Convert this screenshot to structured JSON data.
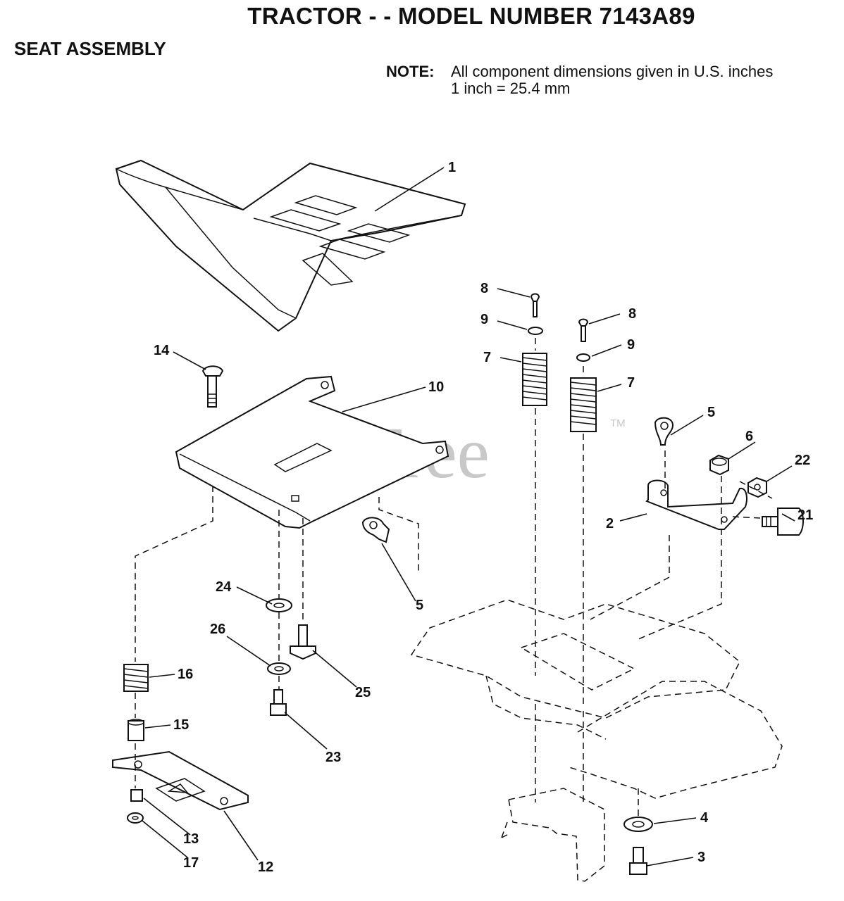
{
  "header": {
    "title": "TRACTOR - - MODEL NUMBER 7143A89",
    "section": "SEAT ASSEMBLY",
    "note_label": "NOTE:",
    "note_line1": "All component dimensions given in U.S. inches",
    "note_line2": "1 inch = 25.4 mm"
  },
  "watermark": {
    "text": "PartsTree",
    "mark": "TM"
  },
  "callouts": {
    "c1": "1",
    "c2": "2",
    "c3": "3",
    "c4": "4",
    "c5a": "5",
    "c5b": "5",
    "c6": "6",
    "c7a": "7",
    "c7b": "7",
    "c8a": "8",
    "c8b": "8",
    "c9a": "9",
    "c9b": "9",
    "c10": "10",
    "c12": "12",
    "c13": "13",
    "c14": "14",
    "c15": "15",
    "c16": "16",
    "c17": "17",
    "c21": "21",
    "c22": "22",
    "c23": "23",
    "c24": "24",
    "c25": "25",
    "c26": "26"
  }
}
